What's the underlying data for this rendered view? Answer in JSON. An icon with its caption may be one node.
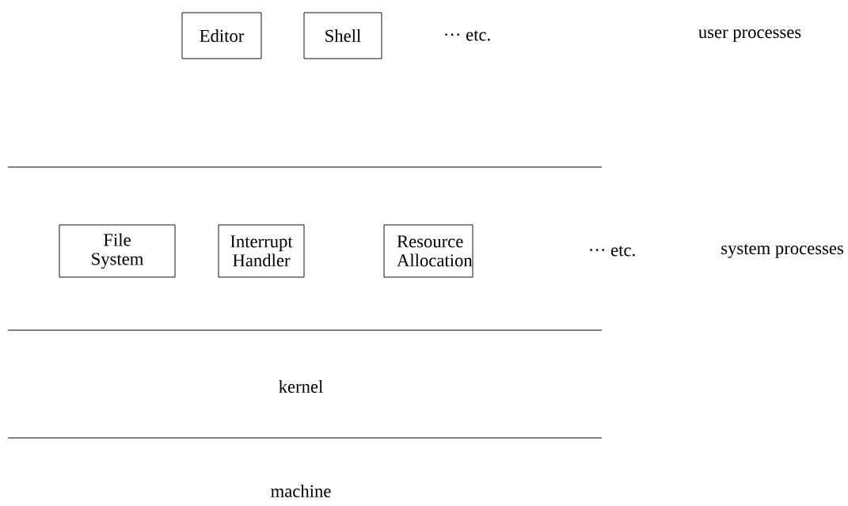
{
  "diagram": {
    "nodes": [
      {
        "text": [
          "Editor"
        ]
      },
      {
        "text": [
          "Shell"
        ]
      },
      {
        "text": [
          "File System"
        ]
      },
      {
        "text": [
          "Interrupt Handler"
        ]
      },
      {
        "text": [
          "Resource Allocation"
        ]
      }
    ],
    "edges": [],
    "labels": [
      "··· etc.",
      "user processes",
      "··· etc.",
      "system processes",
      "kernel",
      "machine"
    ]
  }
}
